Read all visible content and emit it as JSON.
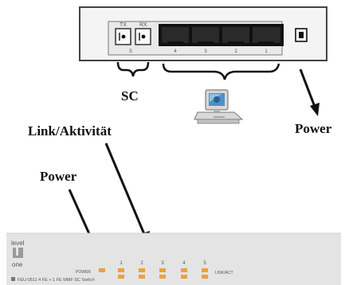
{
  "rear_panel": {
    "tx_label": "TX",
    "rx_label": "RX",
    "sc_port_number": "5",
    "rj45_port_numbers": [
      "4",
      "3",
      "2",
      "1"
    ]
  },
  "labels": {
    "sc": "SC",
    "power_rear": "Power",
    "link_activity": "Link/Aktivität",
    "power_front": "Power"
  },
  "front_panel": {
    "brand_line1": "level",
    "brand_line2": "one",
    "power_label": "POWER",
    "led_numbers": [
      "1",
      "2",
      "3",
      "4",
      "5"
    ],
    "link_act_label": "LINK/ACT",
    "model_text": "FEU-0511  4 FE + 1 FE MMF SC Switch"
  },
  "colors": {
    "panel_border": "#444444",
    "panel_fill": "#f4f4f4",
    "port_fill": "#111111",
    "front_panel_fill": "#e4e4e4",
    "led": "#e8a33c",
    "computer_screen": "#4f8fc8"
  }
}
